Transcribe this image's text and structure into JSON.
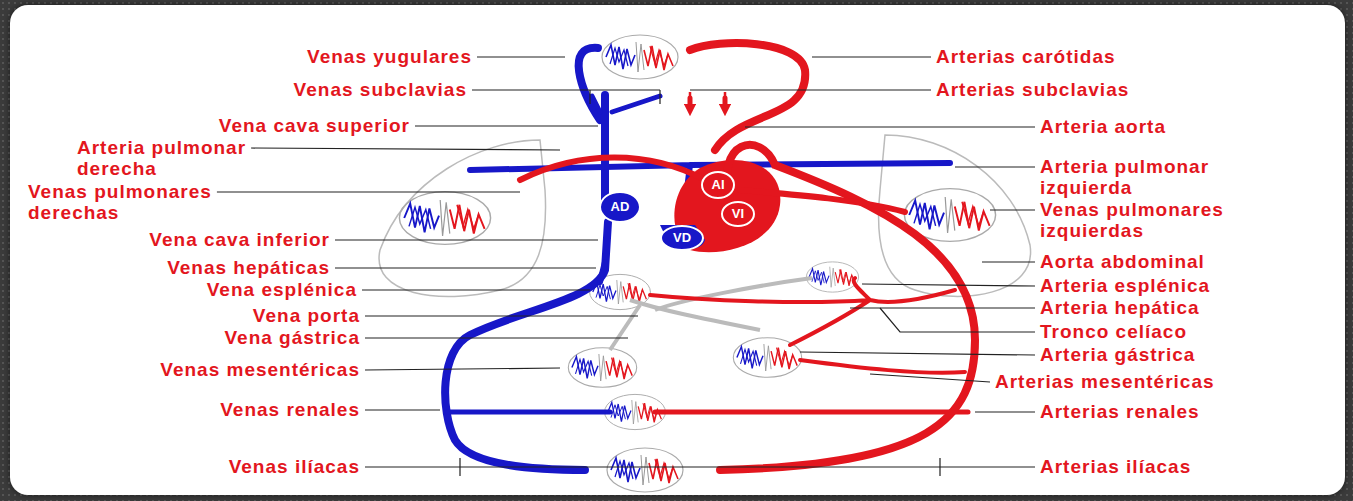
{
  "diagram": {
    "nodes": [
      {
        "text": [
          "AI"
        ]
      },
      {
        "text": [
          "AD"
        ]
      },
      {
        "text": [
          "VI"
        ]
      },
      {
        "text": [
          "VD"
        ]
      }
    ],
    "labels": [
      "Venas yugulares",
      "Venas subclavias",
      "Vena cava superior",
      "Arteria pulmonar derecha",
      "Venas pulmonares derechas",
      "Vena cava inferior",
      "Venas hepáticas",
      "Vena esplénica",
      "Vena porta",
      "Vena gástrica",
      "Venas mesentéricas",
      "Venas renales",
      "Venas ilíacas",
      "Arterias carótidas",
      "Arterias subclavias",
      "Arteria aorta",
      "Arteria pulmonar izquierda",
      "Venas pulmonares izquierdas",
      "Aorta abdominal",
      "Arteria esplénica",
      "Arteria hepática",
      "Tronco celíaco",
      "Arteria gástrica",
      "Arterias mesentéricas",
      "Arterias renales",
      "Arterias ilíacas"
    ]
  }
}
